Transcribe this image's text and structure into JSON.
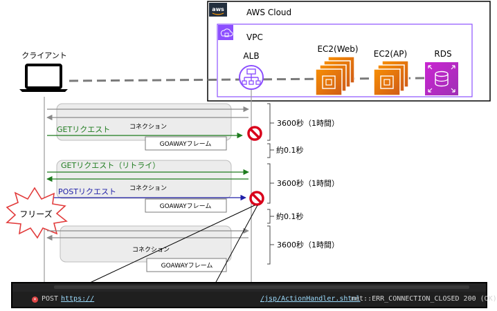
{
  "cloud": {
    "aws_badge": "aws",
    "title": "AWS Cloud",
    "vpc_label": "VPC",
    "services": {
      "alb": "ALB",
      "ec2_web": "EC2(Web)",
      "ec2_ap": "EC2(AP)",
      "rds": "RDS"
    }
  },
  "client": {
    "label": "クライアント"
  },
  "phases": [
    {
      "connection": "コネクション",
      "request": "GETリクエスト",
      "goaway": "GOAWAYフレーム",
      "duration": "3600秒（1時間）"
    },
    {
      "connection": "コネクション",
      "request": "GETリクエスト（リトライ）",
      "request2": "POSTリクエスト",
      "goaway": "GOAWAYフレーム",
      "duration": "3600秒（1時間）"
    },
    {
      "connection": "コネクション",
      "goaway": "GOAWAYフレーム",
      "duration": "3600秒（1時間）"
    }
  ],
  "gaps": [
    "約0.1秒",
    "約0.1秒"
  ],
  "freeze_label": "フリーズ",
  "console": {
    "error_icon": "×",
    "method": "POST",
    "url_start": "https://",
    "url_path": "/jsp/ActionHandler.shtml",
    "message": "net::ERR_CONNECTION_CLOSED 200 (OK)"
  },
  "colors": {
    "aws_orange": "#ED7100",
    "alb_purple": "#8C4FFF",
    "rds_purple": "#C925D1",
    "vpc_border": "#8C4FFF",
    "get_green": "#1E7B1E",
    "post_blue": "#1F1FA8",
    "prohibit_red": "#D9001B"
  }
}
